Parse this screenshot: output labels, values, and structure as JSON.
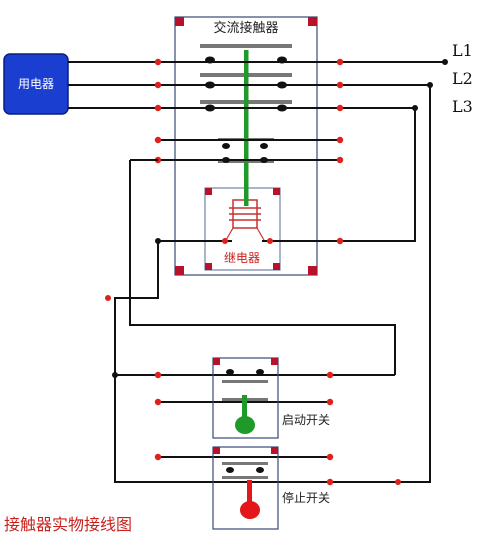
{
  "diagram": {
    "title": "接触器实物接线图",
    "contactor_label": "交流接触器",
    "relay_label": "继电器",
    "load_label": "用电器",
    "phase_labels": [
      "L1",
      "L2",
      "L3"
    ],
    "start_switch_label": "启动开关",
    "stop_switch_label": "停止开关"
  },
  "colors": {
    "wire": "#111111",
    "terminal": "#e0201a",
    "title": "#c8221e",
    "load_fill": "#1a3fd0",
    "start_knob": "#1f9a2a",
    "stop_knob": "#e3161a",
    "armature": "#1f9a2a"
  }
}
